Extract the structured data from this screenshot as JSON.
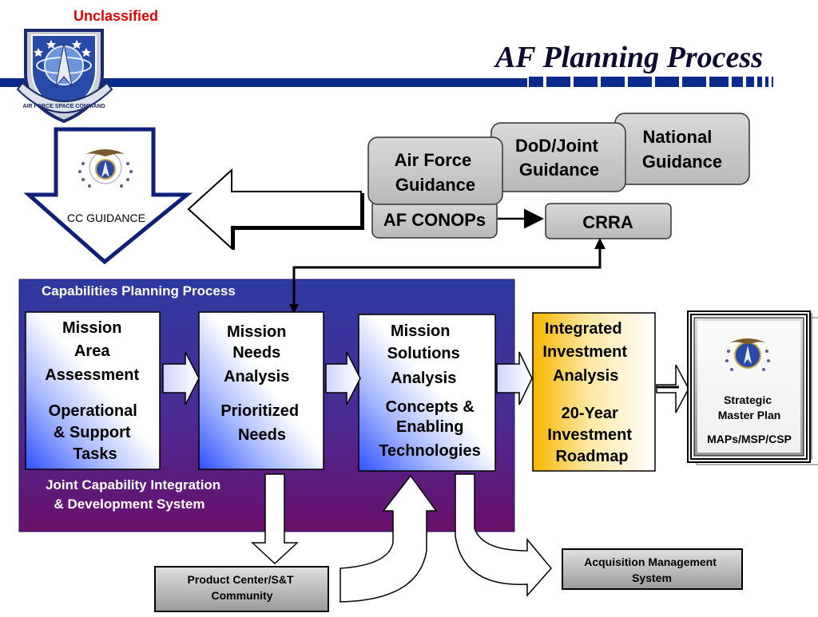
{
  "header": {
    "classification": "Unclassified",
    "title": "AF Planning Process",
    "logo_text": "AIR FORCE SPACE COMMAND"
  },
  "cc_guidance": {
    "label": "CC GUIDANCE"
  },
  "guidance": {
    "national": [
      "National",
      "Guidance"
    ],
    "dod_joint": [
      "DoD/Joint",
      "Guidance"
    ],
    "air_force": [
      "Air Force",
      "Guidance"
    ],
    "af_conops": "AF CONOPs",
    "crra": "CRRA"
  },
  "process": {
    "title": "Capabilities Planning Process",
    "jcids": [
      "Joint Capability Integration",
      "& Development System"
    ],
    "mission_area": {
      "title": [
        "Mission",
        "Area",
        "Assessment"
      ],
      "output": [
        "Operational",
        "& Support",
        "Tasks"
      ]
    },
    "mission_needs": {
      "title": [
        "Mission",
        "Needs",
        "Analysis"
      ],
      "output": [
        "Prioritized",
        "Needs"
      ]
    },
    "mission_solutions": {
      "title": [
        "Mission",
        "Solutions",
        "Analysis"
      ],
      "output": [
        "Concepts &",
        "Enabling",
        "Technologies"
      ]
    },
    "integrated_investment": {
      "title": [
        "Integrated",
        "Investment",
        "Analysis"
      ],
      "output": [
        "20-Year",
        "Investment",
        "Roadmap"
      ]
    }
  },
  "strategic_plan": {
    "title": [
      "Strategic",
      "Master Plan"
    ],
    "subtitle": "MAPs/MSP/CSP"
  },
  "product_center": [
    "Product Center/S&T",
    "Community"
  ],
  "acquisition": [
    "Acquisition Management",
    "System"
  ],
  "colors": {
    "navy": "#0a2a8c",
    "purple": "#6a0f6a",
    "classification": "#e00000",
    "gold": "#f7b500"
  }
}
